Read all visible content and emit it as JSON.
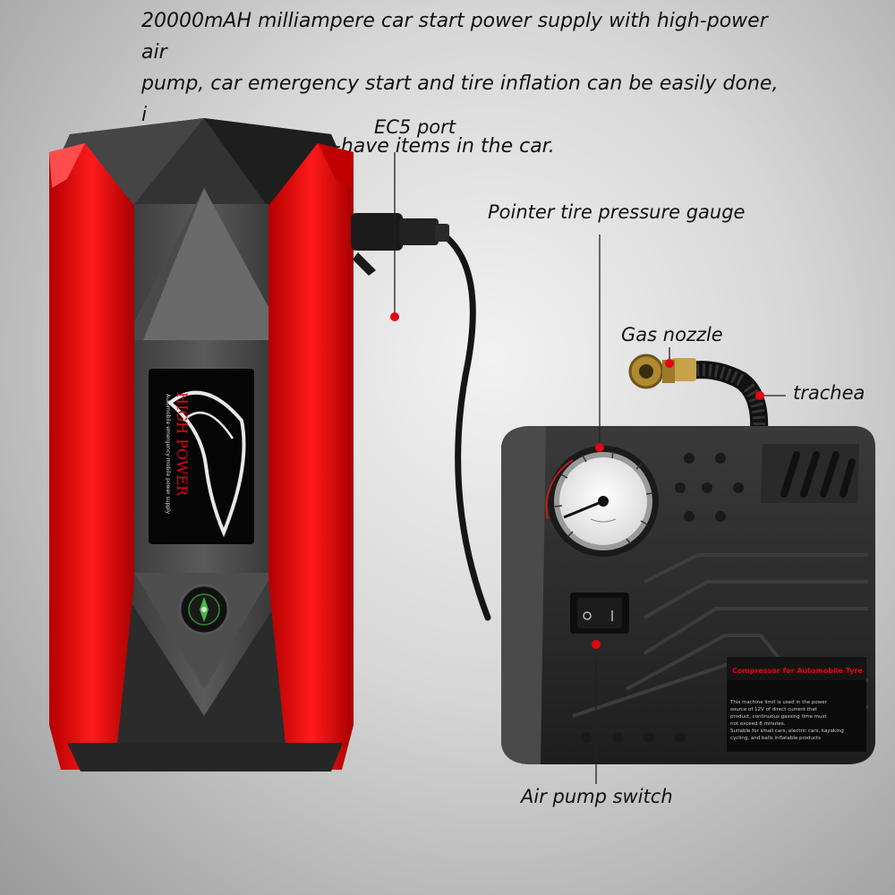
{
  "headline": {
    "line1": "20000mAH milliampere car start power supply with high-power air",
    "line2": "pump, car emergency start and tire inflation can be easily done, i",
    "line3": "t is one of the must-have items in the car."
  },
  "labels": {
    "ec5_port": "EC5 port",
    "pressure_gauge": "Pointer tire pressure gauge",
    "gas_nozzle": "Gas nozzle",
    "trachea": "trachea",
    "air_pump_switch": "Air pump switch"
  },
  "device_text": {
    "logo_title": "HIGH POWER",
    "logo_subtitle": "Automobile emergency mobile power supply",
    "compressor_title": "Compressor for Automobile Tyre",
    "compressor_note_1": "This machine limit is used in the power",
    "compressor_note_2": "source of 12V of direct current that",
    "compressor_note_3": "product, continuous gassing time must",
    "compressor_note_4": "not exceed 8 minutes.",
    "compressor_note_5": "Suitable for small cars, electric cars, kayaking",
    "compressor_note_6": "cycling, and balls inflatable products"
  },
  "colors": {
    "accent_red": "#e30613",
    "body_dark": "#2e2e2e",
    "text": "#111111"
  }
}
